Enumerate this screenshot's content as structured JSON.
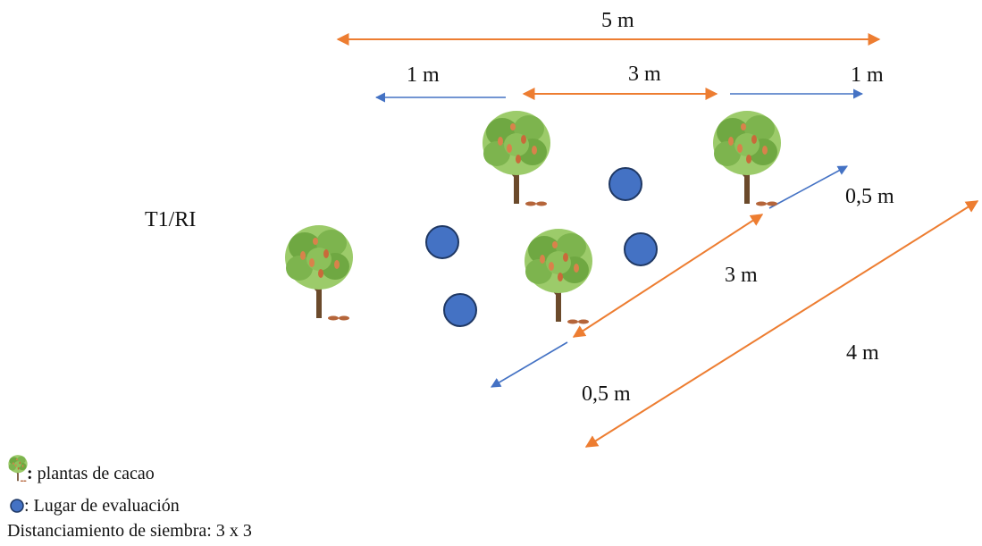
{
  "labels": {
    "total_width": "5 m",
    "left_margin": "1 m",
    "plant_spacing": "3 m",
    "right_margin": "1 m",
    "treatment": "T1/RI",
    "diag_top_margin": "0,5 m",
    "diag_spacing": "3 m",
    "diag_total": "4 m",
    "diag_bottom_margin": "0,5 m"
  },
  "legend": {
    "plant_colon": ":",
    "plant_text": " plantas de cacao",
    "spot_text": " : Lugar de evaluación",
    "spacing_text": "Distanciamiento de siembra: 3 x 3"
  },
  "colors": {
    "orange_arrow": "#ED7D31",
    "blue_arrow": "#4472C4",
    "spot_fill": "#4472C4",
    "spot_stroke": "#1F3864",
    "foliage": "#6FA842",
    "trunk": "#6B4A2B",
    "pod": "#D9824B"
  }
}
